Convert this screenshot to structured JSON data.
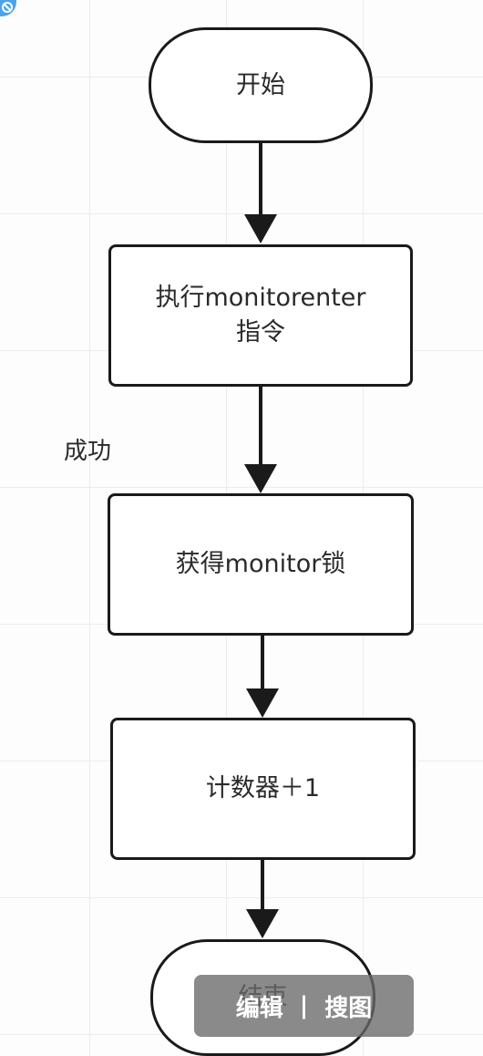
{
  "flowchart": {
    "nodes": [
      {
        "id": "start",
        "shape": "terminal",
        "label": "开始"
      },
      {
        "id": "exec",
        "shape": "process",
        "label": "执行monitorenter\n指令"
      },
      {
        "id": "acquire",
        "shape": "process",
        "label": "获得monitor锁"
      },
      {
        "id": "counter",
        "shape": "process",
        "label": "计数器＋1"
      },
      {
        "id": "end",
        "shape": "terminal",
        "label": "结束"
      }
    ],
    "edges": [
      {
        "from": "start",
        "to": "exec",
        "label": ""
      },
      {
        "from": "exec",
        "to": "acquire",
        "label": "成功"
      },
      {
        "from": "acquire",
        "to": "counter",
        "label": ""
      },
      {
        "from": "counter",
        "to": "end",
        "label": ""
      }
    ]
  },
  "toolbar": {
    "edit_label": "编辑",
    "separator": "|",
    "search_label": "搜图"
  },
  "colors": {
    "stroke": "#1a1a1a",
    "text": "#2a2a2a",
    "toolbar_bg": "#696969",
    "badge": "#4aa3f0"
  }
}
